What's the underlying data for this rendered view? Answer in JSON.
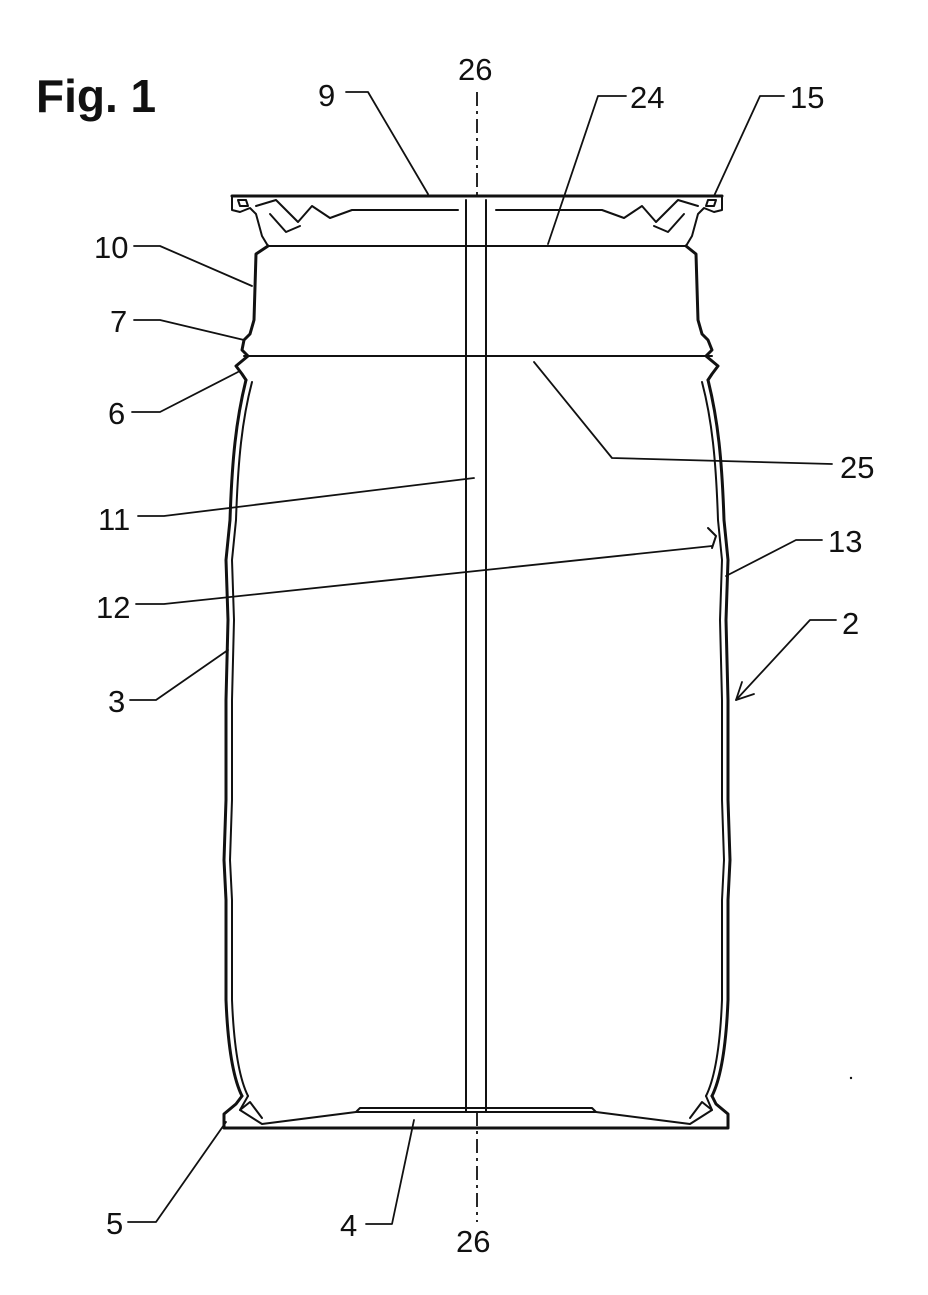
{
  "figure": {
    "title": "Fig. 1"
  },
  "labels": [
    {
      "id": "label-9",
      "text": "9"
    },
    {
      "id": "label-26-top",
      "text": "26"
    },
    {
      "id": "label-24",
      "text": "24"
    },
    {
      "id": "label-15",
      "text": "15"
    },
    {
      "id": "label-10",
      "text": "10"
    },
    {
      "id": "label-7",
      "text": "7"
    },
    {
      "id": "label-6",
      "text": "6"
    },
    {
      "id": "label-25",
      "text": "25"
    },
    {
      "id": "label-11",
      "text": "11"
    },
    {
      "id": "label-13",
      "text": "13"
    },
    {
      "id": "label-12",
      "text": "12"
    },
    {
      "id": "label-2",
      "text": "2"
    },
    {
      "id": "label-3",
      "text": "3"
    },
    {
      "id": "label-5",
      "text": "5"
    },
    {
      "id": "label-4",
      "text": "4"
    },
    {
      "id": "label-26-bottom",
      "text": "26"
    }
  ],
  "colors": {
    "ink": "#111111",
    "paper": "#ffffff"
  }
}
